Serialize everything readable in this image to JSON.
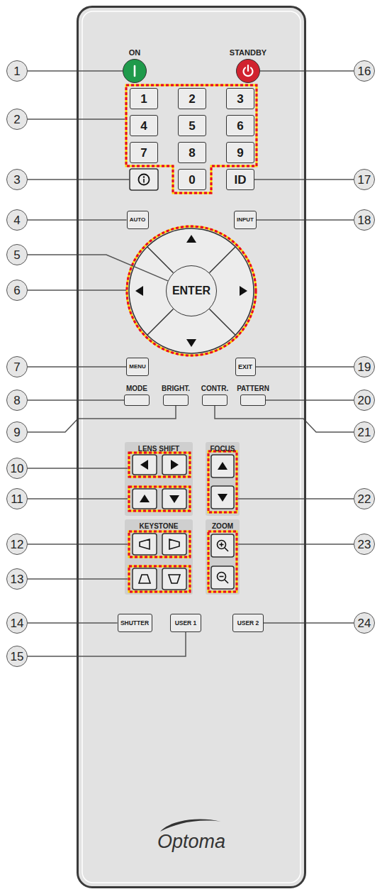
{
  "diagram": {
    "nodes": [
      {
        "text": [
          "Optoma"
        ]
      },
      {
        "text": [
          "ON"
        ],
        "in": 0
      },
      {
        "text": [
          "STANDBY"
        ],
        "in": 0
      },
      {
        "text": [
          "1"
        ],
        "in": 0
      },
      {
        "text": [
          "2"
        ],
        "in": 0
      },
      {
        "text": [
          "3"
        ],
        "in": 0
      },
      {
        "text": [
          "4"
        ],
        "in": 0
      },
      {
        "text": [
          "5"
        ],
        "in": 0
      },
      {
        "text": [
          "6"
        ],
        "in": 0
      },
      {
        "text": [
          "7"
        ],
        "in": 0
      },
      {
        "text": [
          "8"
        ],
        "in": 0
      },
      {
        "text": [
          "9"
        ],
        "in": 0
      },
      {
        "text": [
          "0"
        ],
        "in": 0
      },
      {
        "text": [
          "ID"
        ],
        "in": 0
      },
      {
        "text": [
          "AUTO"
        ],
        "in": 0
      },
      {
        "text": [
          "INPUT"
        ],
        "in": 0
      },
      {
        "text": [
          "ENTER"
        ],
        "in": 0
      },
      {
        "text": [
          "MENU"
        ],
        "in": 0
      },
      {
        "text": [
          "EXIT"
        ],
        "in": 0
      },
      {
        "text": [
          "MODE"
        ],
        "in": 0
      },
      {
        "text": [
          "BRIGHT."
        ],
        "in": 0
      },
      {
        "text": [
          "CONTR."
        ],
        "in": 0
      },
      {
        "text": [
          "PATTERN"
        ],
        "in": 0
      },
      {
        "text": [
          "SHUTTER"
        ],
        "in": 0
      },
      {
        "text": [
          "USER 1"
        ],
        "in": 0
      },
      {
        "text": [
          "USER 2"
        ],
        "in": 0
      },
      {
        "text": [
          "1"
        ]
      },
      {
        "text": [
          "2"
        ]
      },
      {
        "text": [
          "3"
        ]
      },
      {
        "text": [
          "4"
        ]
      },
      {
        "text": [
          "5"
        ]
      },
      {
        "text": [
          "6"
        ]
      },
      {
        "text": [
          "7"
        ]
      },
      {
        "text": [
          "8"
        ]
      },
      {
        "text": [
          "9"
        ]
      },
      {
        "text": [
          "10"
        ]
      },
      {
        "text": [
          "11"
        ]
      },
      {
        "text": [
          "12"
        ]
      },
      {
        "text": [
          "13"
        ]
      },
      {
        "text": [
          "14"
        ]
      },
      {
        "text": [
          "15"
        ]
      },
      {
        "text": [
          "16"
        ]
      },
      {
        "text": [
          "17"
        ]
      },
      {
        "text": [
          "18"
        ]
      },
      {
        "text": [
          "19"
        ]
      },
      {
        "text": [
          "20"
        ]
      },
      {
        "text": [
          "21"
        ]
      },
      {
        "text": [
          "22"
        ]
      },
      {
        "text": [
          "23"
        ]
      },
      {
        "text": [
          "24"
        ]
      }
    ],
    "edges": [
      {
        "from": 26,
        "to": 1,
        "arrow": "none"
      },
      {
        "from": 41,
        "to": 2,
        "arrow": "none"
      },
      {
        "from": 42,
        "to": 13,
        "arrow": "none"
      },
      {
        "from": 29,
        "to": 14,
        "arrow": "none"
      },
      {
        "from": 43,
        "to": 15,
        "arrow": "none"
      },
      {
        "from": 30,
        "to": 16,
        "arrow": "none"
      },
      {
        "from": 32,
        "to": 17,
        "arrow": "none"
      },
      {
        "from": 44,
        "to": 18,
        "arrow": "none"
      },
      {
        "from": 33,
        "to": 19,
        "arrow": "none"
      },
      {
        "from": 34,
        "to": 20,
        "arrow": "none"
      },
      {
        "from": 46,
        "to": 21,
        "arrow": "none"
      },
      {
        "from": 45,
        "to": 22,
        "arrow": "none"
      },
      {
        "from": 39,
        "to": 23,
        "arrow": "none"
      },
      {
        "from": 40,
        "to": 24,
        "arrow": "none"
      },
      {
        "from": 49,
        "to": 25,
        "arrow": "none"
      }
    ],
    "labels": [
      "LENS SHIFT",
      "FOCUS",
      "KEYSTONE",
      "ZOOM"
    ]
  }
}
